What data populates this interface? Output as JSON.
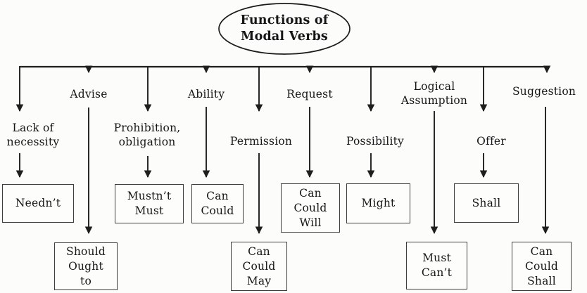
{
  "diagram": {
    "title": "Functions of\nModal Verbs"
  },
  "level1": [
    {
      "id": "advise",
      "label": "Advise"
    },
    {
      "id": "ability",
      "label": "Ability"
    },
    {
      "id": "request",
      "label": "Request"
    },
    {
      "id": "logical_assumption",
      "label": "Logical\nAssumption"
    },
    {
      "id": "suggestion",
      "label": "Suggestion"
    }
  ],
  "level2": [
    {
      "id": "lack_of_necessity",
      "label": "Lack of\nnecessity"
    },
    {
      "id": "prohibition_obligation",
      "label": "Prohibition,\nobligation"
    },
    {
      "id": "permission",
      "label": "Permission"
    },
    {
      "id": "possibility",
      "label": "Possibility"
    },
    {
      "id": "offer",
      "label": "Offer"
    }
  ],
  "modal_boxes": [
    {
      "id": "neednt",
      "text": "Needn’t"
    },
    {
      "id": "mustnt_must",
      "text": "Mustn’t\nMust"
    },
    {
      "id": "can_could",
      "text": "Can\nCould"
    },
    {
      "id": "can_could_will",
      "text": "Can\nCould\nWill"
    },
    {
      "id": "might",
      "text": "Might"
    },
    {
      "id": "shall",
      "text": "Shall"
    },
    {
      "id": "should_ought_to",
      "text": "Should\nOught\nto"
    },
    {
      "id": "can_could_may",
      "text": "Can\nCould\nMay"
    },
    {
      "id": "must_cant",
      "text": "Must\nCan’t"
    },
    {
      "id": "can_could_shall",
      "text": "Can\nCould\nShall"
    }
  ],
  "colors": {
    "ink": "#1e1e1e",
    "background": "#fcfcfb"
  }
}
